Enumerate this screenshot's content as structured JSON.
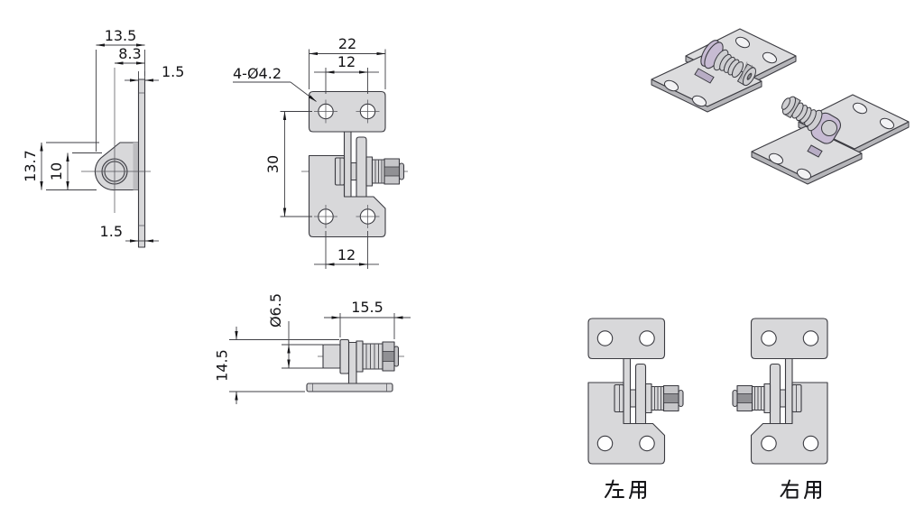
{
  "drawing": {
    "side_view": {
      "dim_width_top": "13.5",
      "dim_width_mid": "8.3",
      "dim_thickness_top": "1.5",
      "dim_height_outer": "13.7",
      "dim_height_inner": "10",
      "dim_thickness_bottom": "1.5"
    },
    "front_view": {
      "dim_width": "22",
      "dim_hole_spacing_top": "12",
      "dim_holes_callout": "4-Ø4.2",
      "dim_height": "30",
      "dim_hole_spacing_bottom": "12"
    },
    "bottom_view": {
      "dim_stud_diameter": "Ø6.5",
      "dim_stud_length": "15.5",
      "dim_height": "14.5"
    },
    "variant_labels": {
      "left": "左用",
      "right": "右用"
    },
    "colors": {
      "part_fill": "#d8d8da",
      "part_outline": "#3a3a40",
      "accent_lavender": "#c7bbd3",
      "nut_shade": "#909094",
      "background": "#ffffff"
    }
  }
}
